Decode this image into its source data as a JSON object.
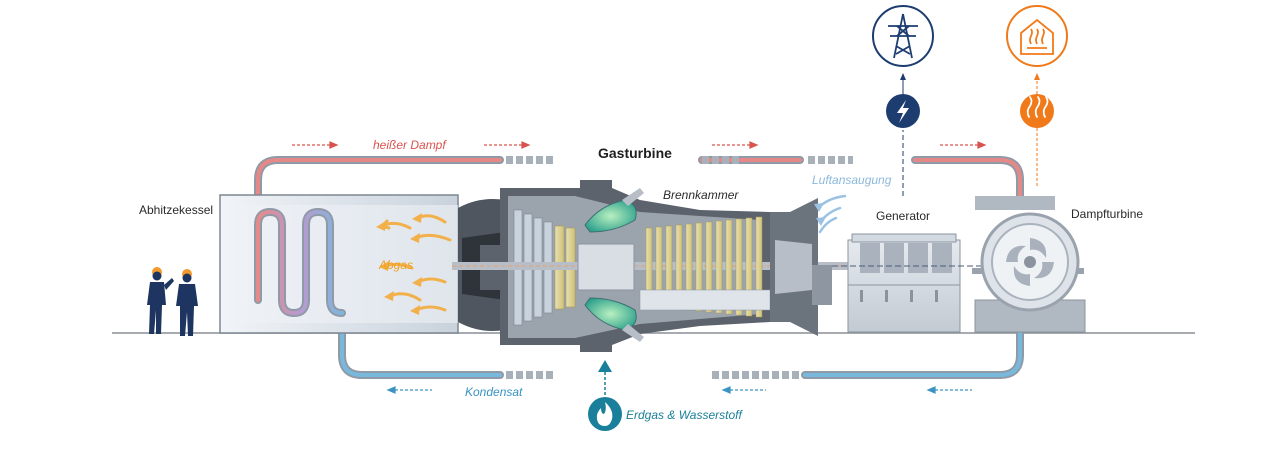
{
  "labels": {
    "hot_steam": "heißer Dampf",
    "gas_turbine": "Gasturbine",
    "combustion_chamber": "Brennkammer",
    "air_intake": "Luftansaugung",
    "generator": "Generator",
    "steam_turbine": "Dampfturbine",
    "hrsg": "Abhitzekessel",
    "exhaust": "Abgas",
    "condensate": "Kondensat",
    "fuel": "Erdgas & Wasserstoff"
  },
  "icons": {
    "power_grid": "power-pylon-icon",
    "electricity": "lightning-bolt-icon",
    "heat": "heat-waves-icon",
    "district_heating": "heated-house-icon",
    "fuel": "flame-icon"
  },
  "colors": {
    "steam": "#d9534f",
    "condensate": "#5aa8cf",
    "exhaust": "#f0a020",
    "electric": "#1d3c70",
    "heat": "#f07a1a",
    "fuel": "#1a7f9a",
    "air": "#8cb8dc"
  }
}
